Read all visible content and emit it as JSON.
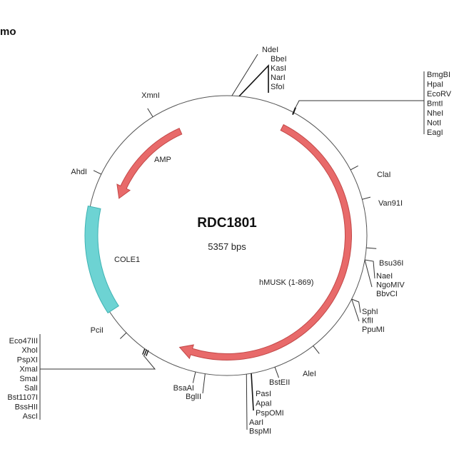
{
  "header": {
    "fragment": "mo"
  },
  "plasmid": {
    "name": "RDC1801",
    "size_label": "5357 bps",
    "colors": {
      "backbone": "#555555",
      "gene": "#e86a6a",
      "gene_outline": "#c24848",
      "origin": "#6dd3d3",
      "origin_outline": "#3fb3b3",
      "text": "#222222"
    }
  },
  "features": [
    {
      "name": "AMP",
      "type": "gene",
      "direction": "reverse"
    },
    {
      "name": "hMUSK (1-869)",
      "type": "gene",
      "direction": "forward"
    },
    {
      "name": "COLE1",
      "type": "origin"
    }
  ],
  "sites": {
    "single": [
      "XmnI",
      "AhdI",
      "ClaI",
      "Van91I",
      "PciI",
      "AleI",
      "BstEII"
    ],
    "top_group": [
      "NdeI",
      "BbeI",
      "KasI",
      "NarI",
      "SfoI"
    ],
    "top_right_group": [
      "BmgBI",
      "HpaI",
      "EcoRV",
      "BmtI",
      "NheI",
      "NotI",
      "EagI"
    ],
    "right_group_1": [
      "Bsu36I",
      "NaeI",
      "NgoMIV",
      "BbvCI"
    ],
    "right_group_2": [
      "SphI",
      "KflI",
      "PpuMI"
    ],
    "bottom_group": [
      "PasI",
      "ApaI",
      "PspOMI",
      "AarI",
      "BspMI"
    ],
    "bottom_left_pair": [
      "BsaAI",
      "BglII"
    ],
    "left_group": [
      "Eco47III",
      "XhoI",
      "PspXI",
      "XmaI",
      "SmaI",
      "SalI",
      "Bst1107I",
      "BssHII",
      "AscI"
    ]
  }
}
